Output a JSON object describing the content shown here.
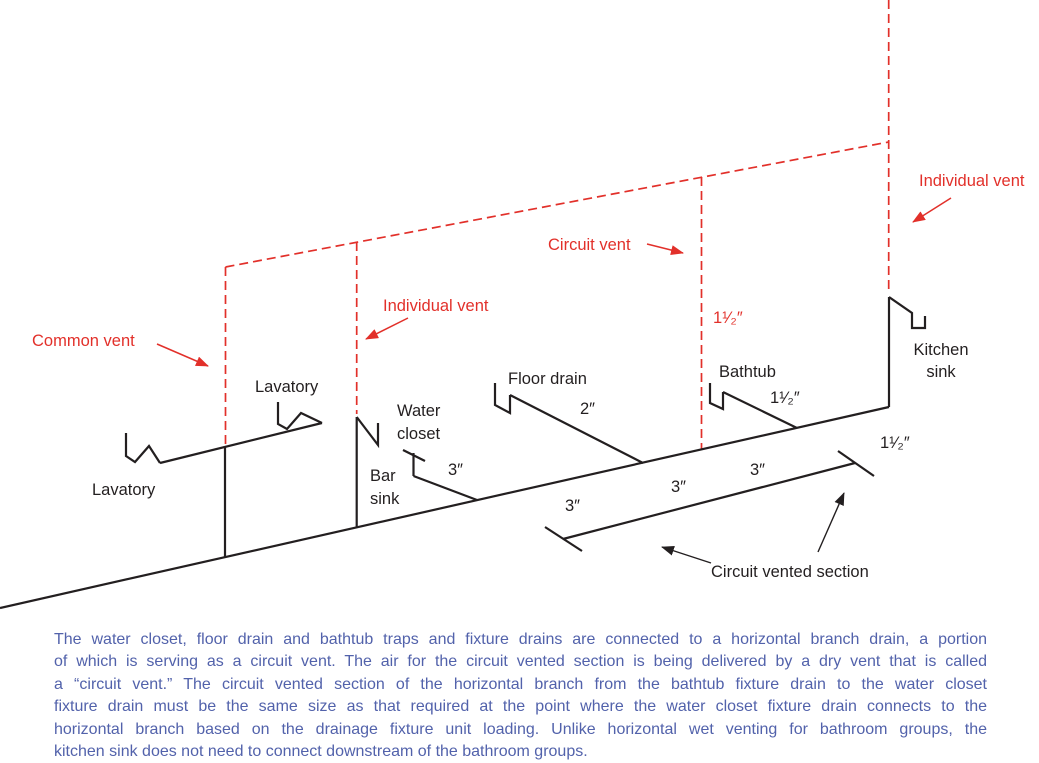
{
  "diagram": {
    "vent_labels": {
      "common_vent": "Common vent",
      "individual_vent_left": "Individual vent",
      "circuit_vent": "Circuit vent",
      "individual_vent_right": "Individual vent",
      "circuit_vent_size": "1¹⁄₂″"
    },
    "fixture_labels": {
      "lavatory_left": "Lavatory",
      "lavatory_right": "Lavatory",
      "bar_sink_line1": "Bar",
      "bar_sink_line2": "sink",
      "water_closet_line1": "Water",
      "water_closet_line2": "closet",
      "floor_drain": "Floor drain",
      "bathtub": "Bathtub",
      "kitchen_sink_line1": "Kitchen",
      "kitchen_sink_line2": "sink"
    },
    "pipe_sizes": {
      "water_closet_drain": "3″",
      "floor_drain_drain": "2″",
      "branch_segment_1": "3″",
      "branch_segment_2": "3″",
      "branch_segment_3": "3″",
      "bathtub_drain": "1¹⁄₂″",
      "kitchen_sink_drain": "1¹⁄₂″"
    },
    "section_label": "Circuit vented section",
    "colors": {
      "vent_red": "#e2302a",
      "pipe_black": "#231f20",
      "caption_blue": "#5262ab"
    }
  },
  "caption": {
    "lines": [
      "The water closet, floor drain and bathtub traps and fixture drains are connected to a horizontal branch drain, a portion",
      "of which is serving as a circuit vent. The air for the circuit vented section is being delivered by a dry vent that is called",
      "a “circuit vent.” The circuit vented section of the horizontal branch from the bathtub fixture drain to the water closet",
      "fixture drain must be the same size as that required at the point where the water closet fixture drain connects to the",
      "horizontal branch based on the drainage fixture unit loading. Unlike horizontal wet venting for bathroom groups, the",
      "kitchen sink does not need to connect downstream of the bathroom groups."
    ]
  }
}
